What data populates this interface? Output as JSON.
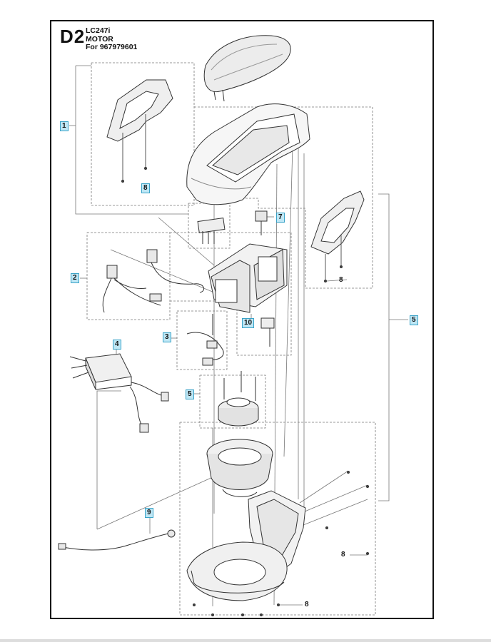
{
  "header": {
    "code": "D2",
    "model": "LC247i",
    "section": "MOTOR",
    "for_line": "For 967979601"
  },
  "callouts": {
    "c1": "1",
    "c2": "2",
    "c3": "3",
    "c4": "4",
    "c5a": "5",
    "c5b": "5",
    "c7": "7",
    "c8a": "8",
    "c8b": "8",
    "c8c": "8",
    "c8d": "8",
    "c9": "9",
    "c10": "10"
  }
}
